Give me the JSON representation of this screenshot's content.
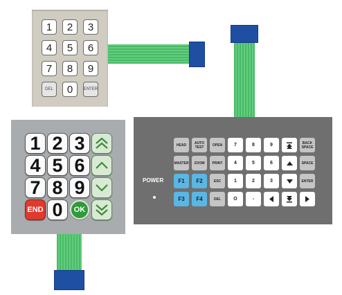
{
  "keypad_numeric": {
    "rows": [
      [
        "1",
        "2",
        "3"
      ],
      [
        "4",
        "5",
        "6"
      ],
      [
        "7",
        "8",
        "9"
      ],
      [
        "DEL",
        "0",
        "ENTER"
      ]
    ]
  },
  "keypad_large": {
    "rows": [
      [
        "1",
        "2",
        "3"
      ],
      [
        "4",
        "5",
        "6"
      ],
      [
        "7",
        "8",
        "9"
      ],
      [
        "END",
        "0",
        "OK"
      ]
    ],
    "side_icons": [
      "double-chevron-up-icon",
      "chevron-up-icon",
      "chevron-down-icon",
      "double-chevron-down-icon"
    ]
  },
  "keypad_panel": {
    "power_label": "POWER",
    "row1": [
      "HEAD",
      "AUTO TEST",
      "OPEN",
      "7",
      "8",
      "9",
      "up-arrow-bar-icon",
      "BACK SPACE"
    ],
    "row2": [
      "MASTER",
      "ZOOM",
      "PRINT",
      "4",
      "5",
      "6",
      "triangle-up-icon",
      "SPACE"
    ],
    "row3": [
      "F1",
      "F2",
      "ESC",
      "1",
      "2",
      "3",
      "triangle-down-icon",
      "ENTER"
    ],
    "row4": [
      "F3",
      "F4",
      "DEL",
      "O",
      "-",
      "triangle-left-icon",
      "down-arrow-bar-icon",
      "triangle-right-icon"
    ]
  },
  "colors": {
    "cable": "#4cbf6b",
    "connector": "#1f4fa3",
    "function_key": "#5ab7e3",
    "end_key": "#e03a2f",
    "ok_key": "#2f9a3a"
  }
}
